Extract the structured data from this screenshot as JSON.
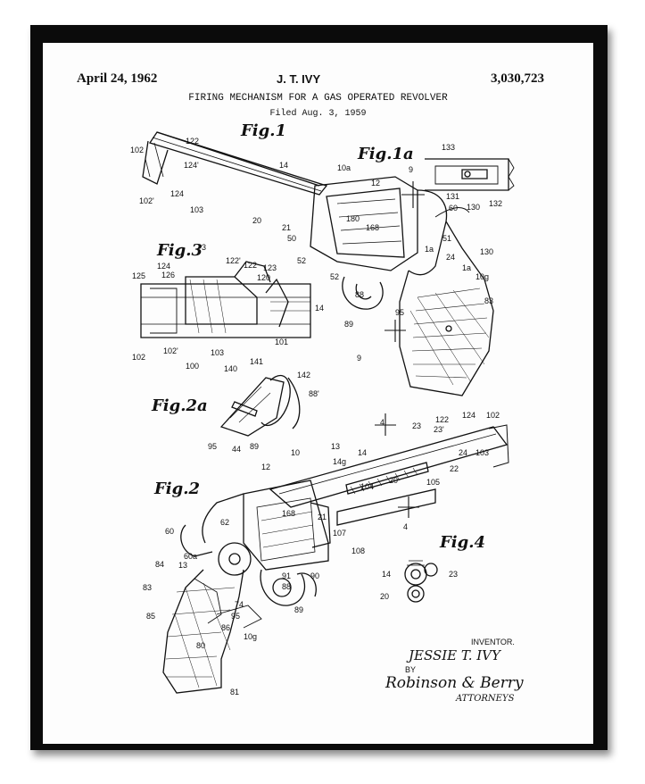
{
  "header": {
    "date": "April 24, 1962",
    "inventor_name": "J. T. IVY",
    "patent_number": "3,030,723",
    "title": "FIRING MECHANISM FOR A GAS OPERATED REVOLVER",
    "filed": "Filed Aug. 3, 1959"
  },
  "figures": {
    "fig1": "Fig.1",
    "fig1a": "Fig.1a",
    "fig2": "Fig.2",
    "fig2a": "Fig.2a",
    "fig3": "Fig.3",
    "fig4": "Fig.4"
  },
  "refs": {
    "r102a": "102",
    "r122a": "122",
    "r124a": "124'",
    "r14a": "14",
    "r124b": "124",
    "r102b": "102'",
    "r103a": "103",
    "r20a": "20",
    "r10a": "10a",
    "r12a": "12",
    "r21a": "21",
    "r180": "180",
    "r168a": "168",
    "r50": "50",
    "r52a": "52",
    "r60a": "60",
    "r51": "51",
    "r133": "133",
    "r9a": "9",
    "r131": "131",
    "r130a": "130",
    "r132": "132",
    "r130b": "130",
    "r24a": "24",
    "r1a": "1a",
    "r1b": "1a",
    "r10g": "10g",
    "r124c": "124",
    "r126": "126",
    "r122c": "122'",
    "r122d": "122",
    "r123": "123",
    "r120": "120",
    "r125": "125",
    "r3": "3",
    "r14b": "14",
    "r102c": "102",
    "r102d": "102'",
    "r103b": "103",
    "r100": "100",
    "r101": "101",
    "r52b": "52",
    "r88a": "88",
    "r89a": "89",
    "r95a": "95",
    "r83a": "83",
    "r9b": "9",
    "r140": "140",
    "r141": "141",
    "r142": "142",
    "r88b": "88'",
    "r95b": "95",
    "r44": "44",
    "r89b": "89",
    "r4a": "4",
    "r23a": "23",
    "r122e": "122",
    "r23b": "23'",
    "r124d": "124",
    "r102e": "102",
    "r13a": "13",
    "r14c": "14",
    "r10": "10",
    "r14g": "14g",
    "r12b": "12",
    "r24b": "24",
    "r103c": "103",
    "r22": "22",
    "r105": "105",
    "r104": "104",
    "r20b": "20",
    "r4b": "4",
    "r62": "62",
    "r168b": "168",
    "r21b": "21",
    "r107": "107",
    "r108": "108",
    "r60b": "60",
    "r60c": "60a",
    "r13b": "13",
    "r84": "84",
    "r91": "91",
    "r88c": "88",
    "r90": "90",
    "r83b": "83",
    "r74": "74",
    "r89c": "89",
    "r85": "85",
    "r95c": "95",
    "r86": "86",
    "r10g2": "10g",
    "r80": "80",
    "r81": "81",
    "r14d": "14",
    "r23c": "23",
    "r20c": "20"
  },
  "signature": {
    "inventor_label": "INVENTOR.",
    "inventor_signature": "JESSIE T. IVY",
    "by": "BY",
    "attorney_signature": "Robinson & Berry",
    "attorneys_label": "ATTORNEYS"
  }
}
